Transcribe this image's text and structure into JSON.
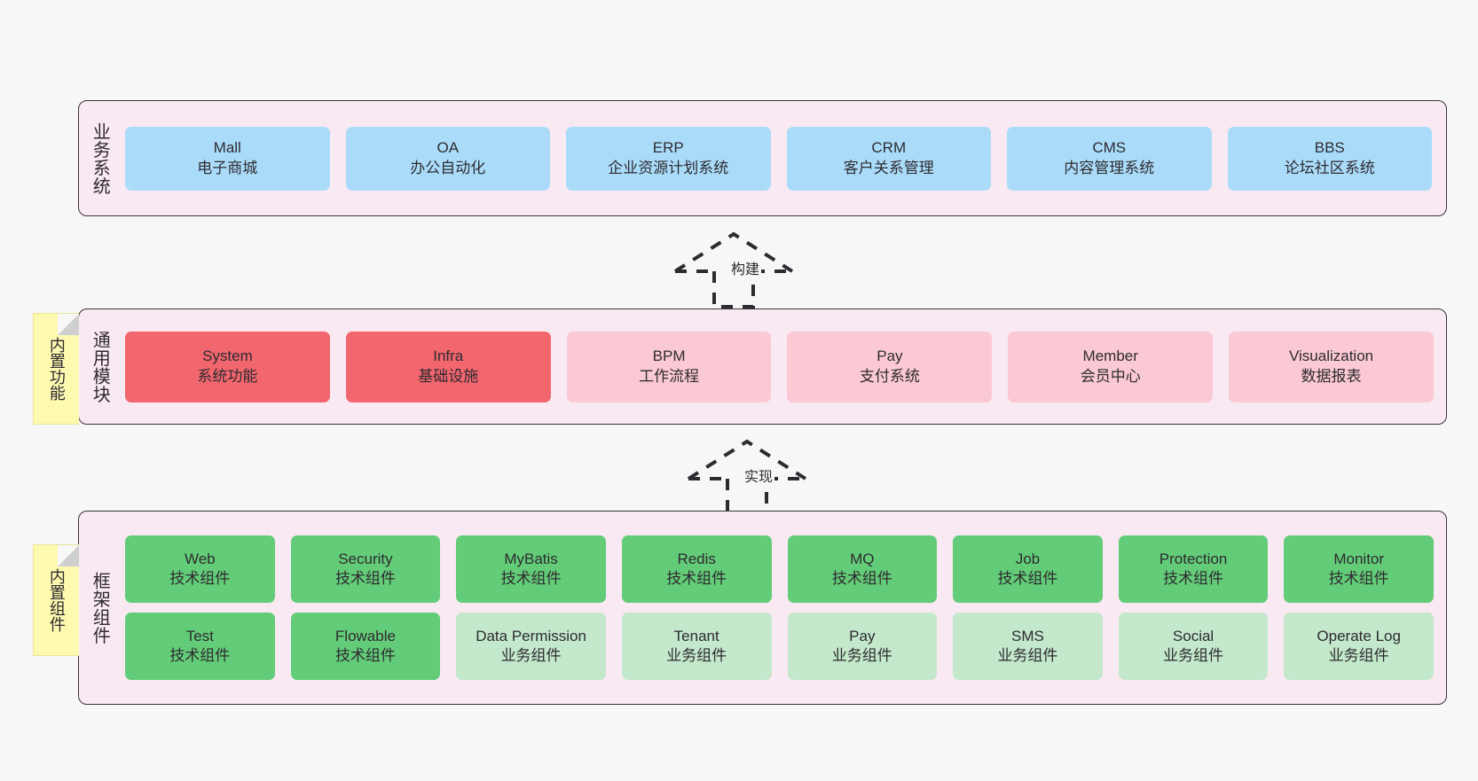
{
  "diagram": {
    "background_color": "#f7f7f7",
    "layer_fill": "#f9e9f3",
    "layer_border": "#3a3238"
  },
  "layers": [
    {
      "id": "business",
      "title": "业务系统",
      "rows": [
        {
          "cards": [
            {
              "name": "Mall",
              "sub": "电子商城",
              "color": "#aadcfa"
            },
            {
              "name": "OA",
              "sub": "办公自动化",
              "color": "#aadcfa"
            },
            {
              "name": "ERP",
              "sub": "企业资源计划系统",
              "color": "#aadcfa"
            },
            {
              "name": "CRM",
              "sub": "客户关系管理",
              "color": "#aadcfa"
            },
            {
              "name": "CMS",
              "sub": "内容管理系统",
              "color": "#aadcfa"
            },
            {
              "name": "BBS",
              "sub": "论坛社区系统",
              "color": "#aadcfa"
            }
          ]
        }
      ]
    },
    {
      "id": "common",
      "title": "通用模块",
      "note": "内置功能",
      "rows": [
        {
          "cards": [
            {
              "name": "System",
              "sub": "系统功能",
              "color": "#f2666e"
            },
            {
              "name": "Infra",
              "sub": "基础设施",
              "color": "#f2666e"
            },
            {
              "name": "BPM",
              "sub": "工作流程",
              "color": "#fbc9d3"
            },
            {
              "name": "Pay",
              "sub": "支付系统",
              "color": "#fbc9d3"
            },
            {
              "name": "Member",
              "sub": "会员中心",
              "color": "#fbc9d3"
            },
            {
              "name": "Visualization",
              "sub": "数据报表",
              "color": "#fbc9d3"
            }
          ]
        }
      ]
    },
    {
      "id": "framework",
      "title": "框架组件",
      "note": "内置组件",
      "rows": [
        {
          "cards": [
            {
              "name": "Web",
              "sub": "技术组件",
              "color": "#63cc78"
            },
            {
              "name": "Security",
              "sub": "技术组件",
              "color": "#63cc78"
            },
            {
              "name": "MyBatis",
              "sub": "技术组件",
              "color": "#63cc78"
            },
            {
              "name": "Redis",
              "sub": "技术组件",
              "color": "#63cc78"
            },
            {
              "name": "MQ",
              "sub": "技术组件",
              "color": "#63cc78"
            },
            {
              "name": "Job",
              "sub": "技术组件",
              "color": "#63cc78"
            },
            {
              "name": "Protection",
              "sub": "技术组件",
              "color": "#63cc78"
            },
            {
              "name": "Monitor",
              "sub": "技术组件",
              "color": "#63cc78"
            }
          ]
        },
        {
          "cards": [
            {
              "name": "Test",
              "sub": "技术组件",
              "color": "#63cc78"
            },
            {
              "name": "Flowable",
              "sub": "技术组件",
              "color": "#63cc78"
            },
            {
              "name": "Data Permission",
              "sub": "业务组件",
              "color": "#c3e8cb"
            },
            {
              "name": "Tenant",
              "sub": "业务组件",
              "color": "#c3e8cb"
            },
            {
              "name": "Pay",
              "sub": "业务组件",
              "color": "#c3e8cb"
            },
            {
              "name": "SMS",
              "sub": "业务组件",
              "color": "#c3e8cb"
            },
            {
              "name": "Social",
              "sub": "业务组件",
              "color": "#c3e8cb"
            },
            {
              "name": "Operate Log",
              "sub": "业务组件",
              "color": "#c3e8cb"
            }
          ]
        }
      ]
    }
  ],
  "arrows": [
    {
      "id": "build",
      "label": "构建",
      "style": "dashed-generalization",
      "from": "common",
      "to": "business"
    },
    {
      "id": "impl",
      "label": "实现",
      "style": "dashed-generalization",
      "from": "framework",
      "to": "common"
    }
  ]
}
